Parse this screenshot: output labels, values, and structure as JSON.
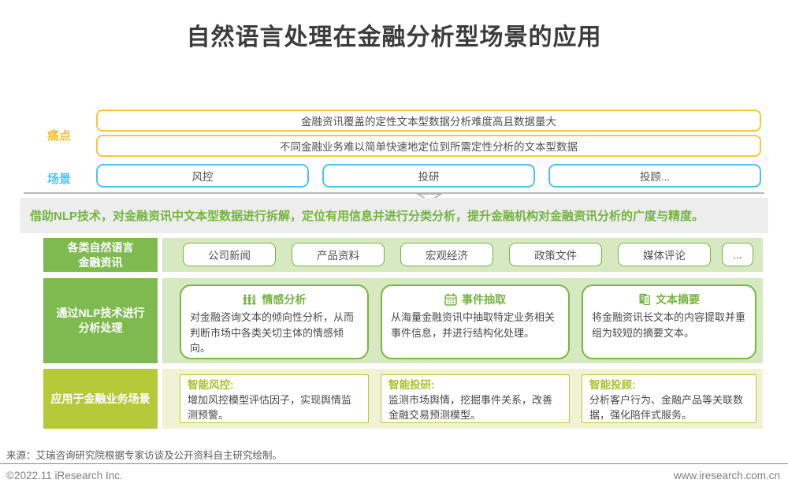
{
  "page": {
    "title": "自然语言处理在金融分析型场景的应用"
  },
  "pain": {
    "label": "痛点",
    "items": [
      "金融资讯覆盖的定性文本型数据分析难度高且数据量大",
      "不同金融业务难以简单快速地定位到所需定性分析的文本型数据"
    ]
  },
  "scene": {
    "label": "场景",
    "items": [
      "风控",
      "投研",
      "投顾..."
    ]
  },
  "banner": {
    "text": "借助NLP技术，对金融资讯中文本型数据进行拆解，定位有用信息并进行分类分析，提升金融机构对金融资讯分析的广度与精度。"
  },
  "sources_row": {
    "label_line1": "各类自然语言",
    "label_line2": "金融资讯",
    "items": [
      "公司新闻",
      "产品资料",
      "宏观经济",
      "政策文件",
      "媒体评论",
      "..."
    ]
  },
  "nlp_row": {
    "label_line1": "通过NLP技术进行",
    "label_line2": "分析处理",
    "cards": [
      {
        "icon": "people-group-icon",
        "title": "情感分析",
        "body": "对金融咨询文本的倾向性分析，从而判断市场中各类关切主体的情感倾向。"
      },
      {
        "icon": "calendar-icon",
        "title": "事件抽取",
        "body": "从海量金融资讯中抽取特定业务相关事件信息，并进行结构化处理。"
      },
      {
        "icon": "document-icon",
        "title": "文本摘要",
        "body": "将金融资讯长文本的内容提取并重组为较短的摘要文本。"
      }
    ]
  },
  "apply_row": {
    "label": "应用于金融业务场景",
    "cards": [
      {
        "title": "智能风控:",
        "body": "增加风控模型评估因子，实现舆情监测预警。"
      },
      {
        "title": "智能投研:",
        "body": "监测市场舆情，挖掘事件关系，改善金融交易预测模型。"
      },
      {
        "title": "智能投顾:",
        "body": "分析客户行为、金融产品等关联数据，强化陪伴式服务。"
      }
    ]
  },
  "footer": {
    "source": "来源：艾瑞咨询研究院根据专家访谈及公开资料自主研究绘制。",
    "copyright": "©2022.11 iResearch Inc.",
    "website": "www.iresearch.com.cn"
  },
  "colors": {
    "gold": "#fbc53d",
    "blue": "#4ec3f0",
    "green": "#76b344",
    "label_green": "#7eba50",
    "light_green": "#d7e9c0",
    "lime": "#b5ca39",
    "light_lime": "#eff3d3",
    "banner_gray": "#ededed",
    "title_gray": "#3c3c3c"
  }
}
